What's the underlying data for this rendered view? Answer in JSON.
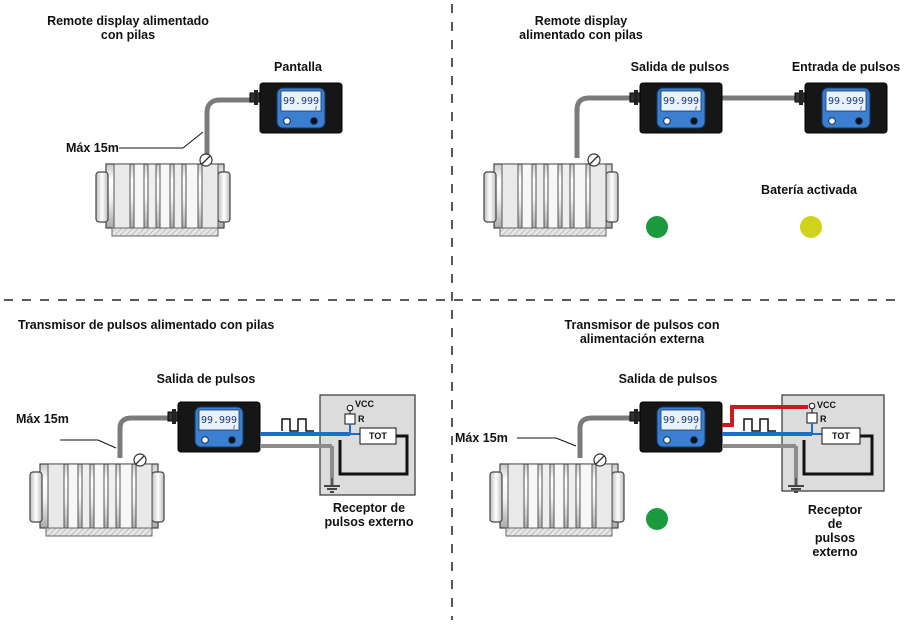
{
  "colors": {
    "green_dot": "#1a9a3c",
    "yellow_dot": "#cfd41a",
    "signal_blue": "#1c6fc4",
    "power_red": "#cc1a1a",
    "cable_grey": "#8c8c8c",
    "display_blue": "#3a7fd0",
    "receiver_box": "#dcdcdc",
    "divider": "#222222"
  },
  "quadrants": [
    {
      "title": "Remote display alimentado\ncon pilas",
      "device_label": "Pantalla",
      "cable_label": "Máx 15m",
      "display_value": "99.999"
    },
    {
      "title": "Remote display\nalimentado con pilas",
      "output_label": "Salida de pulsos",
      "input_label": "Entrada de pulsos",
      "battery_label": "Batería activada",
      "display_value": "99.999",
      "indicator_left": "green-dot",
      "indicator_right": "yellow-dot"
    },
    {
      "title": "Transmisor de pulsos alimentado con pilas",
      "output_label": "Salida de pulsos",
      "cable_label": "Máx 15m",
      "vcc_label": "VCC",
      "r_label": "R",
      "tot_label": "TOT",
      "receiver_label": "Receptor de\npulsos externo",
      "display_value": "99.999"
    },
    {
      "title": "Transmisor de pulsos con\nalimentación externa",
      "output_label": "Salida de pulsos",
      "cable_label": "Máx 15m",
      "vcc_label": "VCC",
      "r_label": "R",
      "tot_label": "TOT",
      "receiver_label": "Receptor de\npulsos externo",
      "display_value": "99.999",
      "indicator": "green-dot"
    }
  ]
}
